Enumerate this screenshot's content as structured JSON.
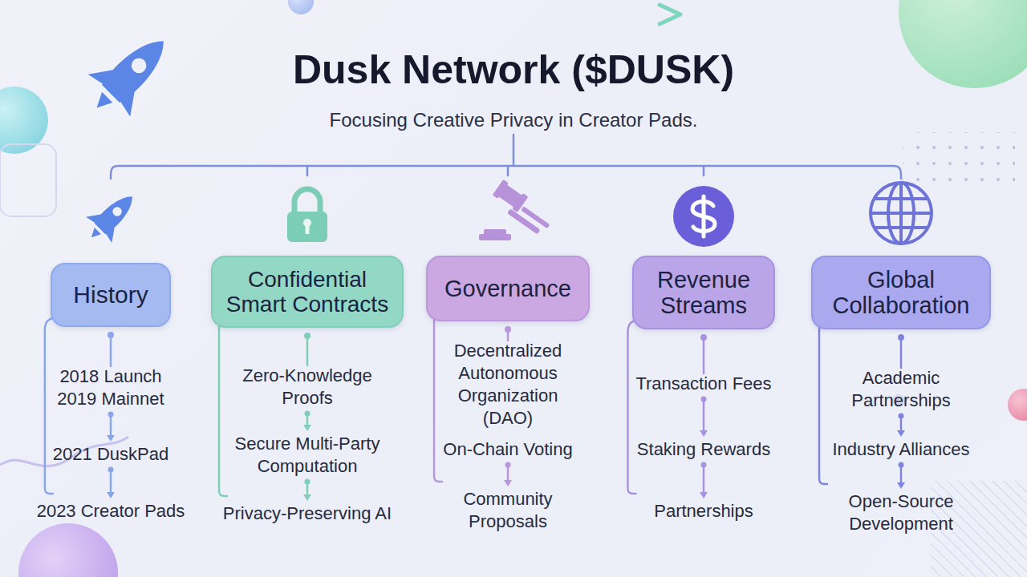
{
  "diagram": {
    "title": "Dusk Network ($DUSK)",
    "caption": "Focusing Creative Privacy in Creator Pads.",
    "nodes": [
      {
        "text": [
          "History"
        ]
      },
      {
        "text": [
          "Confidential Smart Contracts"
        ]
      },
      {
        "text": [
          "Governance"
        ]
      },
      {
        "text": [
          "Revenue Streams"
        ]
      },
      {
        "text": [
          "Global Collaboration"
        ]
      }
    ],
    "labels": [
      "2018 Launch",
      "2019 Mainnet",
      "2021 DuskPad",
      "2023 Creator Pads",
      "Zero-Knowledge Proofs",
      "Secure Multi-Party Computation",
      "Privacy-Preserving AI",
      "Decentralized Autonomous Organization (DAO)",
      "On-Chain Voting",
      "Community Proposals",
      "Transaction Fees",
      "Staking Rewards",
      "Partnerships",
      "Academic Partnerships",
      "Industry Alliances",
      "Open-Source Development"
    ]
  }
}
